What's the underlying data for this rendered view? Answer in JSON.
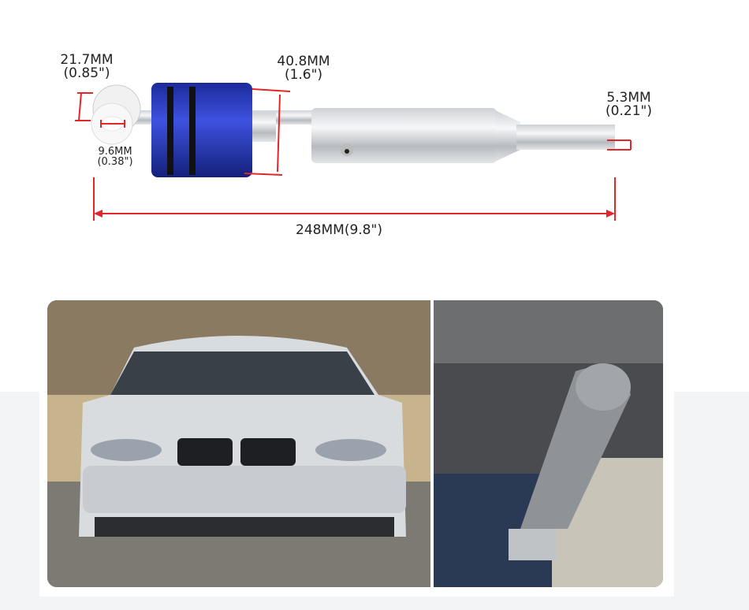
{
  "dimensions": {
    "ball_width": {
      "mm": "21.7MM",
      "inch": "(0.85\")"
    },
    "bushing_inner": {
      "mm": "9.6MM",
      "inch": "(0.38\")"
    },
    "weight_diameter": {
      "mm": "40.8MM",
      "inch": "(1.6\")"
    },
    "tip_width": {
      "mm": "5.3MM",
      "inch": "(0.21\")"
    },
    "total_length": "248MM(9.8\")"
  },
  "colors": {
    "annotation": "#e3262a",
    "anodized": "#1f2fb0",
    "background_band": "#f3f4f6"
  }
}
